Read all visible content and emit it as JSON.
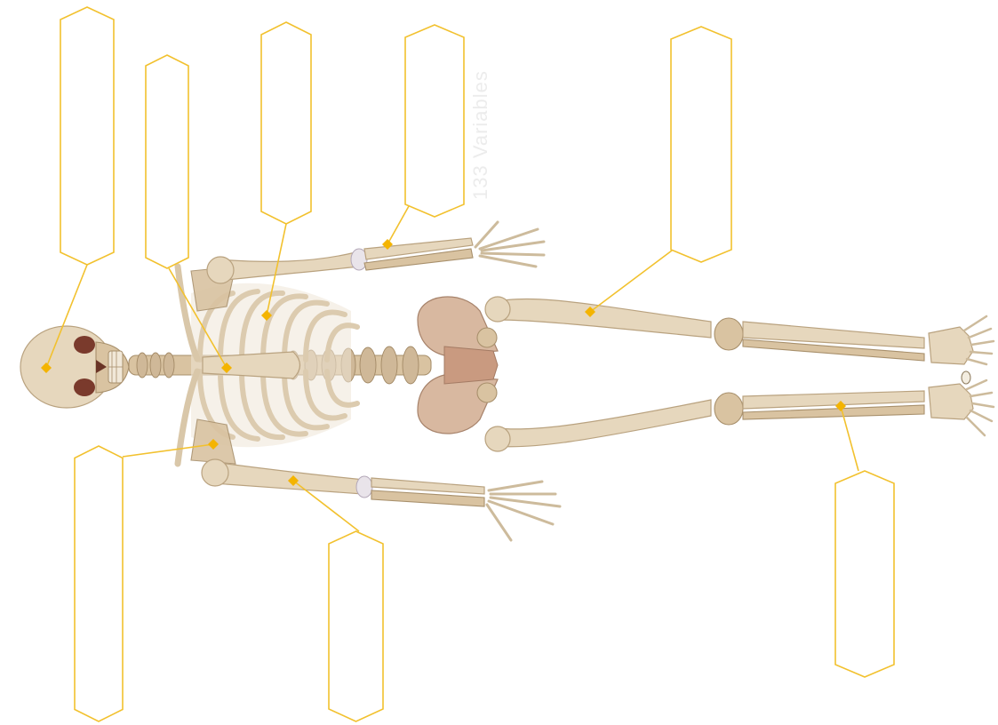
{
  "watermark_text": "133 Variables",
  "colors": {
    "label_outline": "#f2c12e",
    "marker": "#f4b400",
    "bone": "#e6d7bd",
    "background": "#ffffff"
  },
  "labels": [
    {
      "id": "skull-label",
      "text": ""
    },
    {
      "id": "clavicle-label",
      "text": ""
    },
    {
      "id": "ribs-label",
      "text": ""
    },
    {
      "id": "forearm-label",
      "text": ""
    },
    {
      "id": "femur-label",
      "text": ""
    },
    {
      "id": "scapula-label",
      "text": ""
    },
    {
      "id": "humerus-label",
      "text": ""
    },
    {
      "id": "tibia-label",
      "text": ""
    }
  ]
}
